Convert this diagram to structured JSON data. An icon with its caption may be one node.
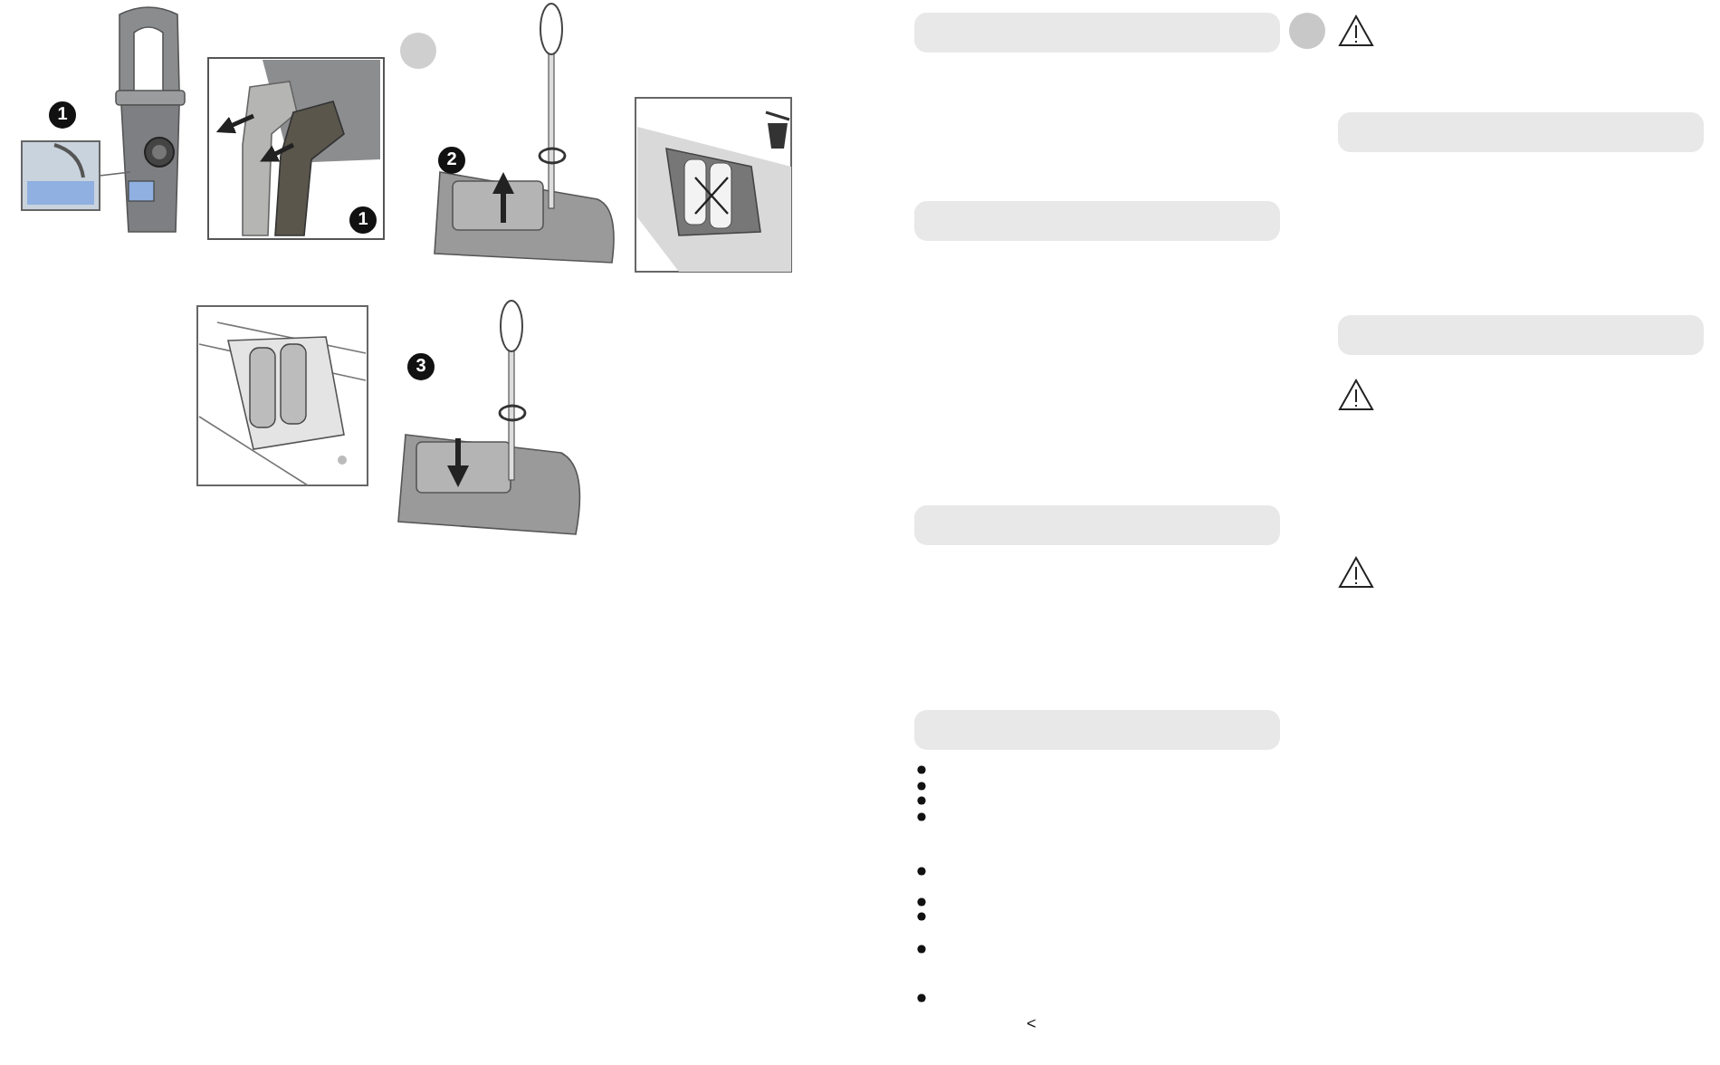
{
  "diagram": {
    "labels": [
      "1",
      "1",
      "2",
      "3",
      "<"
    ]
  }
}
